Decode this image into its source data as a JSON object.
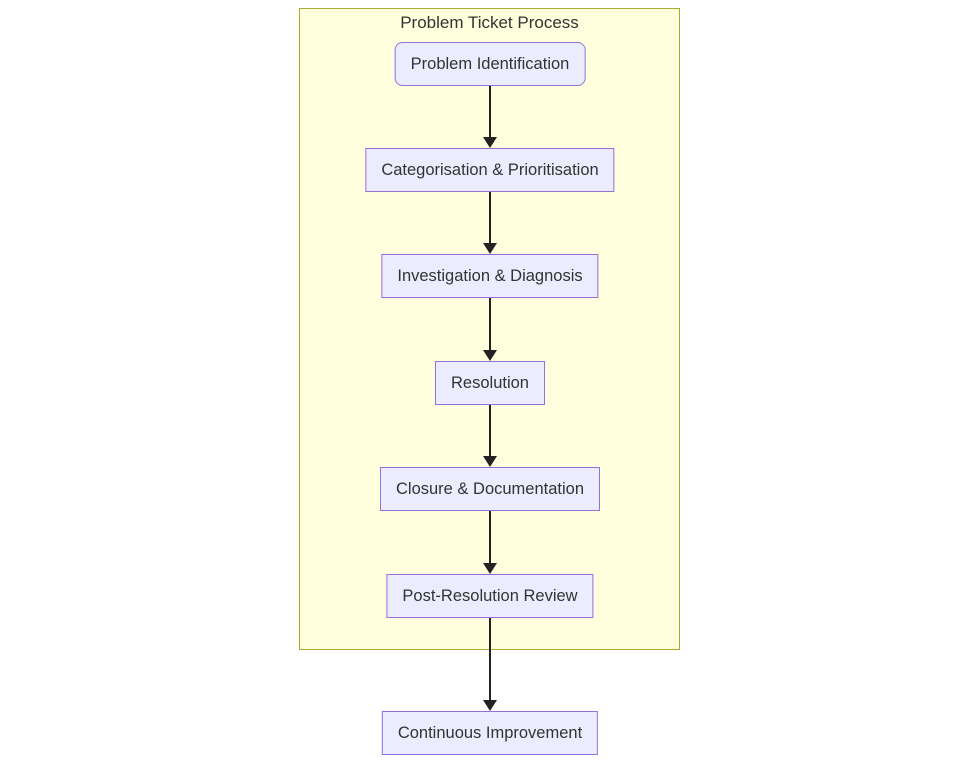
{
  "diagram": {
    "type": "flowchart",
    "direction": "top-down",
    "subgraph": {
      "title": "Problem Ticket Process"
    },
    "nodes": [
      {
        "id": "problem-identification",
        "label": "Problem Identification",
        "shape": "rounded",
        "in_subgraph": true
      },
      {
        "id": "categorisation-prioritisation",
        "label": "Categorisation & Prioritisation",
        "shape": "rect",
        "in_subgraph": true
      },
      {
        "id": "investigation-diagnosis",
        "label": "Investigation & Diagnosis",
        "shape": "rect",
        "in_subgraph": true
      },
      {
        "id": "resolution",
        "label": "Resolution",
        "shape": "rect",
        "in_subgraph": true
      },
      {
        "id": "closure-documentation",
        "label": "Closure & Documentation",
        "shape": "rect",
        "in_subgraph": true
      },
      {
        "id": "post-resolution-review",
        "label": "Post-Resolution Review",
        "shape": "rect",
        "in_subgraph": true
      },
      {
        "id": "continuous-improvement",
        "label": "Continuous Improvement",
        "shape": "rect",
        "in_subgraph": false
      }
    ],
    "edges": [
      {
        "from": "Problem Identification",
        "to": "Categorisation & Prioritisation"
      },
      {
        "from": "Categorisation & Prioritisation",
        "to": "Investigation & Diagnosis"
      },
      {
        "from": "Investigation & Diagnosis",
        "to": "Resolution"
      },
      {
        "from": "Resolution",
        "to": "Closure & Documentation"
      },
      {
        "from": "Closure & Documentation",
        "to": "Post-Resolution Review"
      },
      {
        "from": "Post-Resolution Review",
        "to": "Continuous Improvement"
      }
    ],
    "colors": {
      "node_fill": "#ECECFF",
      "node_border": "#9370DB",
      "subgraph_fill": "#FFFFDE",
      "subgraph_border": "#AAAA33",
      "edge_color": "#222222",
      "text_color": "#333333"
    }
  }
}
